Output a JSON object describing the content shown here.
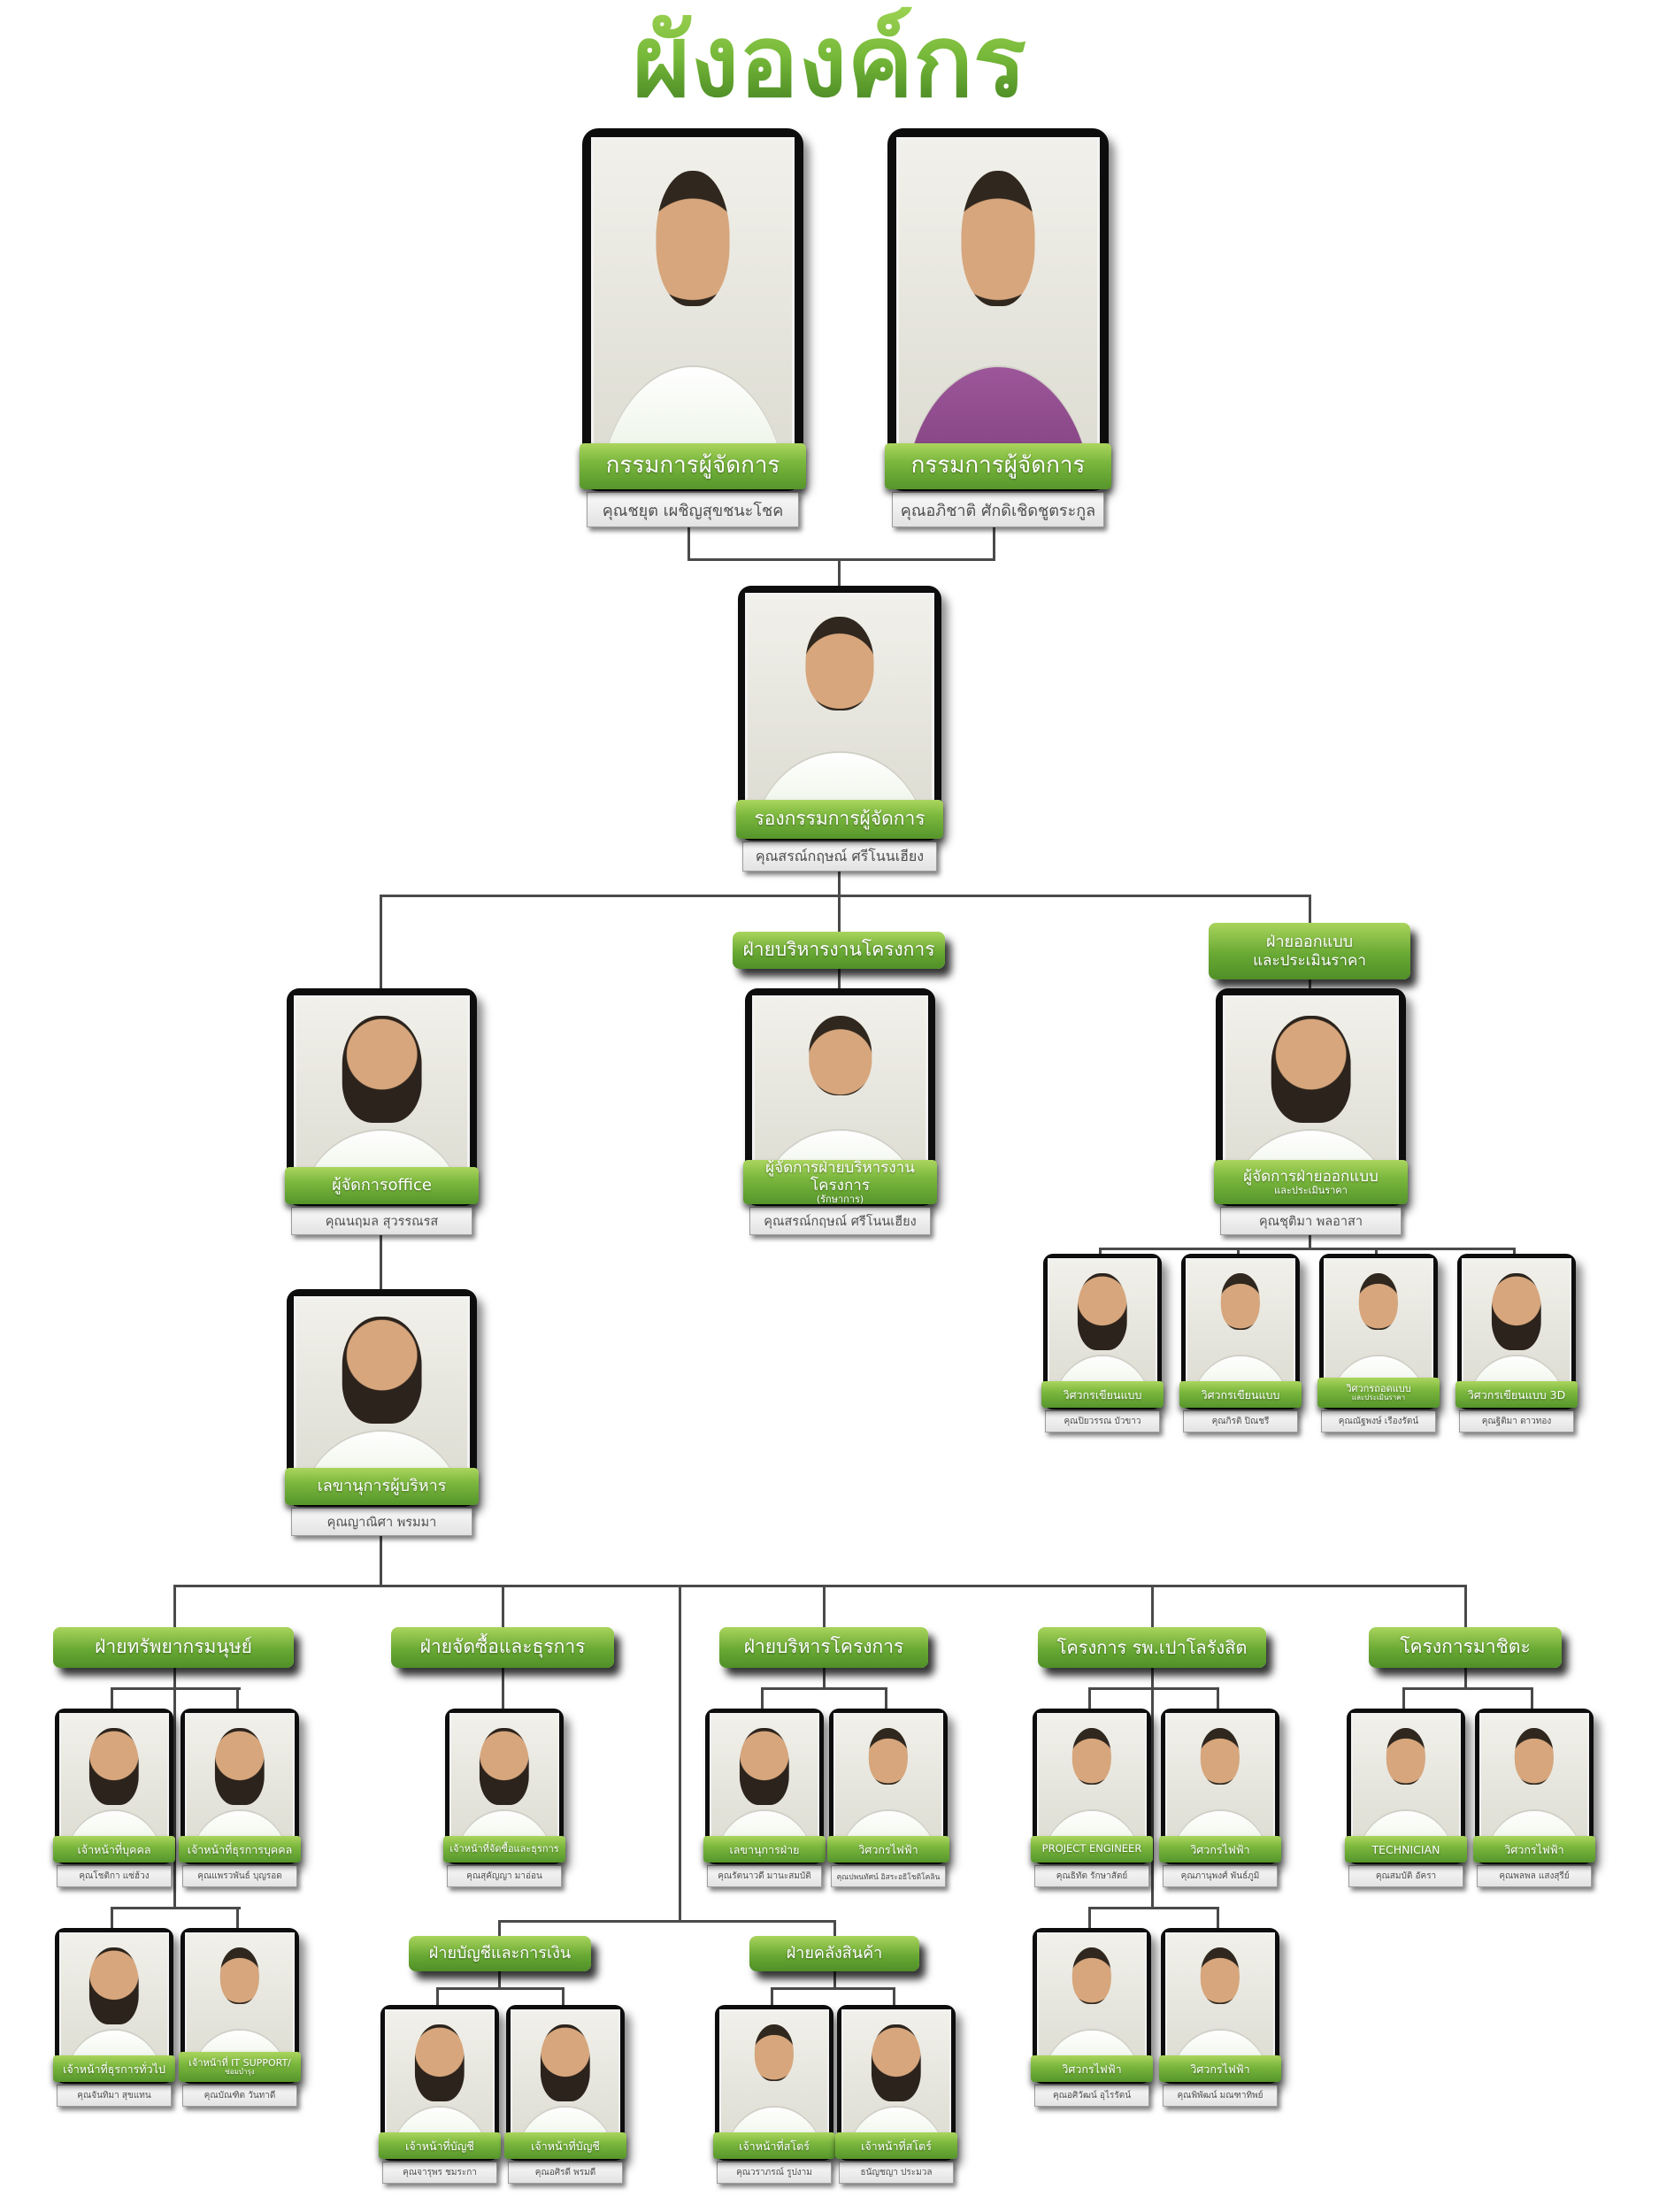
{
  "title": "ผังองค์กร",
  "colors": {
    "ribbon_green": "#69a934",
    "ribbon_green_light": "#a9d45c",
    "title_green": "#76b839",
    "connector_gray": "#4a4a4a",
    "shirt_purple": "#7c3d7a"
  },
  "headers": {
    "project_admin": "ฝ่ายบริหารงานโครงการ",
    "design_dept_line1": "ฝ่ายออกแบบ",
    "design_dept_line2": "และประเมินราคา",
    "hr": "ฝ่ายทรัพยากรมนุษย์",
    "purchasing": "ฝ่ายจัดซื้อและธุรการ",
    "project_mgmt": "ฝ่ายบริหารโครงการ",
    "paolo": "โครงการ รพ.เปาโลรังสิต",
    "machita": "โครงการมาชิตะ",
    "accounting": "ฝ่ายบัญชีและการเงิน",
    "warehouse": "ฝ่ายคลังสินค้า"
  },
  "people": {
    "md1": {
      "title": "กรรมการผู้จัดการ",
      "name": "คุณชยุต เผชิญสุขชนะโชค"
    },
    "md2": {
      "title": "กรรมการผู้จัดการ",
      "name": "คุณอภิชาติ ศักดิเชิดชูตระกูล"
    },
    "deputy": {
      "title": "รองกรรมการผู้จัดการ",
      "name": "คุณสรณ์กฤษณ์ ศรีโนนเฮียง"
    },
    "office_mgr": {
      "title": "ผู้จัดการoffice",
      "name": "คุณนฤมล สุวรรณรส"
    },
    "proj_mgr": {
      "title": "ผู้จัดการฝ่ายบริหารงานโครงการ",
      "subtitle": "(รักษาการ)",
      "name": "คุณสรณ์กฤษณ์ ศรีโนนเฮียง"
    },
    "design_mgr": {
      "title": "ผู้จัดการฝ่ายออกแบบ",
      "title2": "และประเมินราคา",
      "name": "คุณชุติมา พลอาสา"
    },
    "secretary": {
      "title": "เลขานุการผู้บริหาร",
      "name": "คุณญาณิศา พรมมา"
    },
    "draft1": {
      "title": "วิศวกรเขียนแบบ",
      "name": "คุณปิยวรรณ บัวขาว"
    },
    "draft2": {
      "title": "วิศวกรเขียนแบบ",
      "name": "คุณกิรติ ปิณชรี"
    },
    "estimator": {
      "title": "วิศวกรถอดแบบ",
      "title2": "และประเมินราคา",
      "name": "คุณณัฐพงษ์ เรืองรัตน์"
    },
    "draft3d": {
      "title": "วิศวกรเขียนแบบ 3D",
      "name": "คุณฐิติมา ดาวทอง"
    },
    "hr1": {
      "title": "เจ้าหน้าที่บุคคล",
      "name": "คุณโชติกา แซ่ฮ้วง"
    },
    "hr2": {
      "title": "เจ้าหน้าที่ธุรการบุคคล",
      "name": "คุณแพรวพันธ์ บุญรอด"
    },
    "hr3": {
      "title": "เจ้าหน้าที่ธุรการทั่วไป",
      "name": "คุณจันทิมา สุขแทน"
    },
    "hr4": {
      "title": "เจ้าหน้าที่ IT SUPPORT/",
      "title2": "ซ่อมบำรุง",
      "name": "คุณบัณฑิต วันทาดี"
    },
    "purch1": {
      "title": "เจ้าหน้าที่จัดซื้อและธุรการ",
      "name": "คุณสุคัญญา มาอ่อน"
    },
    "pm1": {
      "title": "เลขานุการฝ่าย",
      "name": "คุณรัตนาวดี มานะสมบัติ"
    },
    "pm2": {
      "title": "วิศวกรไฟฟ้า",
      "name": "คุณปพนทัศน์ อิสระอธิโชติโคลิน"
    },
    "paolo1": {
      "title": "PROJECT ENGINEER",
      "name": "คุณธิทัต รักษาสัตย์"
    },
    "paolo2": {
      "title": "วิศวกรไฟฟ้า",
      "name": "คุณภานุพงศ์ พันธ์ภูมิ"
    },
    "paolo3": {
      "title": "วิศวกรไฟฟ้า",
      "name": "คุณอศิวัฒน์ อุไรรัตน์"
    },
    "paolo4": {
      "title": "วิศวกรไฟฟ้า",
      "name": "คุณพิพัฒน์ มณฑาทิพย์"
    },
    "mach1": {
      "title": "TECHNICIAN",
      "name": "คุณสมบัติ อัครา"
    },
    "mach2": {
      "title": "วิศวกรไฟฟ้า",
      "name": "คุณพลพล แสงสุรีย์"
    },
    "acct1": {
      "title": "เจ้าหน้าที่บัญชี",
      "name": "คุณจารุพร ชมระกา"
    },
    "acct2": {
      "title": "เจ้าหน้าที่บัญชี",
      "name": "คุณอศิรดี พรมดี"
    },
    "store1": {
      "title": "เจ้าหน้าที่สโตร์",
      "name": "คุณวราภรณ์ รูปงาม"
    },
    "store2": {
      "title": "เจ้าหน้าที่สโตร์",
      "name": "ธนัญชญา ประมวล"
    }
  }
}
